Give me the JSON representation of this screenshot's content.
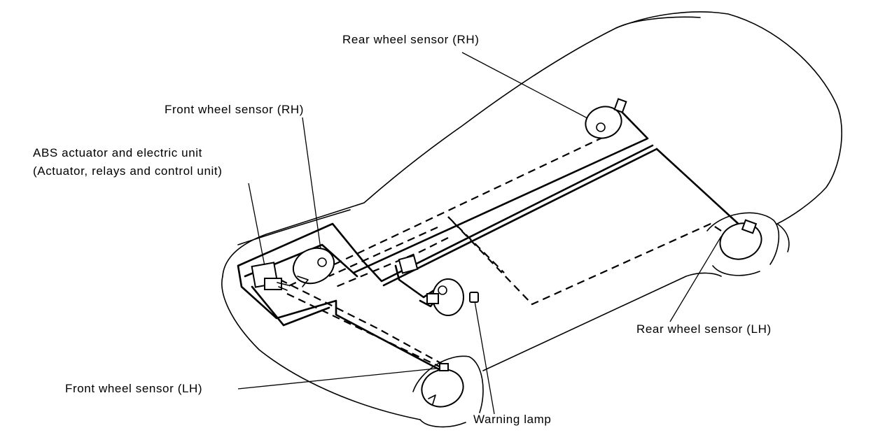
{
  "labels": {
    "rear_rh": "Rear wheel sensor (RH)",
    "front_rh": "Front wheel sensor (RH)",
    "abs_line1": "ABS actuator and electric unit",
    "abs_line2": "(Actuator, relays and control unit)",
    "rear_lh": "Rear wheel sensor (LH)",
    "front_lh": "Front wheel sensor (LH)",
    "warning_lamp": "Warning lamp"
  },
  "colors": {
    "ink": "#000000",
    "paper": "#ffffff"
  }
}
